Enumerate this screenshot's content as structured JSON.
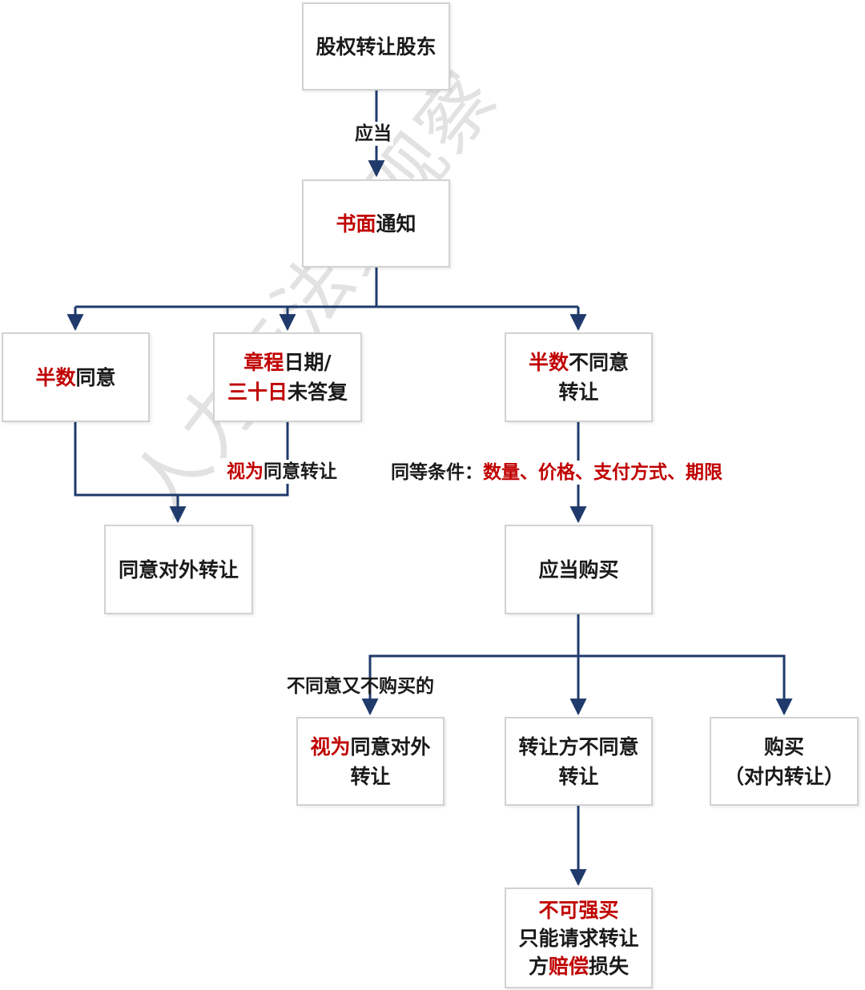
{
  "colors": {
    "edge": "#1f3a6b",
    "accent": "#c00000",
    "border": "#d2d2d2"
  },
  "watermark": "人力与法务观察",
  "nodes": {
    "shareholder_transfer": {
      "line1": {
        "plain": "股权转让股东"
      }
    },
    "written_notice": {
      "line1": {
        "red": "书面",
        "plain": "通知"
      }
    },
    "half_agree": {
      "line1": {
        "red": "半数",
        "plain": "同意"
      }
    },
    "no_reply": {
      "line1": {
        "red": "章程",
        "plain": "日期/"
      },
      "line2": {
        "red": "三十日",
        "plain": "未答复"
      }
    },
    "half_disagree": {
      "line1": {
        "red": "半数",
        "plain": "不同意"
      },
      "line2": {
        "plain": "转让"
      }
    },
    "agree_external": {
      "line1": {
        "plain": "同意对外转让"
      }
    },
    "should_buy": {
      "line1": {
        "plain": "应当购买"
      }
    },
    "deemed_agree_external": {
      "line1": {
        "red": "视为",
        "plain": "同意对外"
      },
      "line2": {
        "plain": "转让"
      }
    },
    "transferor_disagree": {
      "line1": {
        "plain": "转让方不同意"
      },
      "line2": {
        "plain": "转让"
      }
    },
    "buy_internal": {
      "line1": {
        "plain": "购买"
      },
      "line2": {
        "plain": "（对内转让）"
      }
    },
    "cannot_force_buy": {
      "line1": {
        "red": "不可强买"
      },
      "line2": {
        "plain": "只能请求转让"
      },
      "line3": {
        "pre": "方",
        "red": "赔偿",
        "plain": "损失"
      }
    }
  },
  "edge_labels": {
    "should": "应当",
    "deemed_agree": {
      "red": "视为",
      "plain": "同意转让"
    },
    "same_conditions": {
      "plain": "同等条件：",
      "red": "数量、价格、支付方式、期限"
    },
    "neither": "不同意又不购买的"
  }
}
